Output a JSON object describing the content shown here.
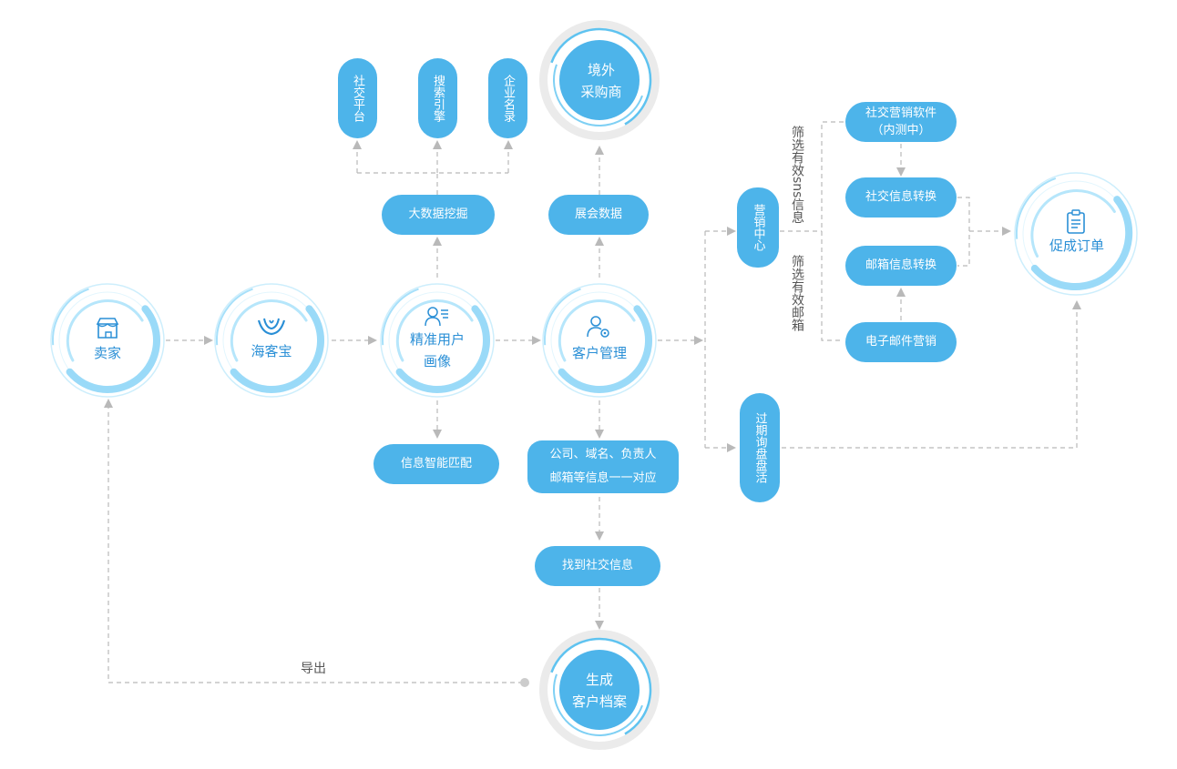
{
  "circles": {
    "seller": "卖家",
    "haikebao": "海客宝",
    "profiling": "精准用户\n画像",
    "customer_mgmt": "客户管理",
    "overseas_buyer": "境外\n采购商",
    "customer_archive": "生成\n客户档案",
    "promote_order": "促成订单"
  },
  "pills": {
    "big_data": "大数据挖掘",
    "exhibition": "展会数据",
    "social_platform": "社交平台",
    "search_engine": "搜索引擎",
    "enterprise_directory": "企业名录",
    "smart_match": "信息智能匹配",
    "company_info": "公司、域名、负责人\n邮箱等信息一一对应",
    "find_social": "找到社交信息",
    "marketing_center": "营销中心",
    "expired_inquiry": "过期询盘盘活",
    "social_software": "社交营销软件\n（内测中）",
    "social_convert": "社交信息转换",
    "email_convert": "邮箱信息转换",
    "email_marketing": "电子邮件营销"
  },
  "labels": {
    "filter_sns": "筛选有效sns信息",
    "filter_email": "筛选有效邮箱",
    "export": "导出"
  },
  "colors": {
    "pill": "#4db4ea",
    "arrow": "#b9b9b9",
    "ring": "#8fd6f7"
  }
}
